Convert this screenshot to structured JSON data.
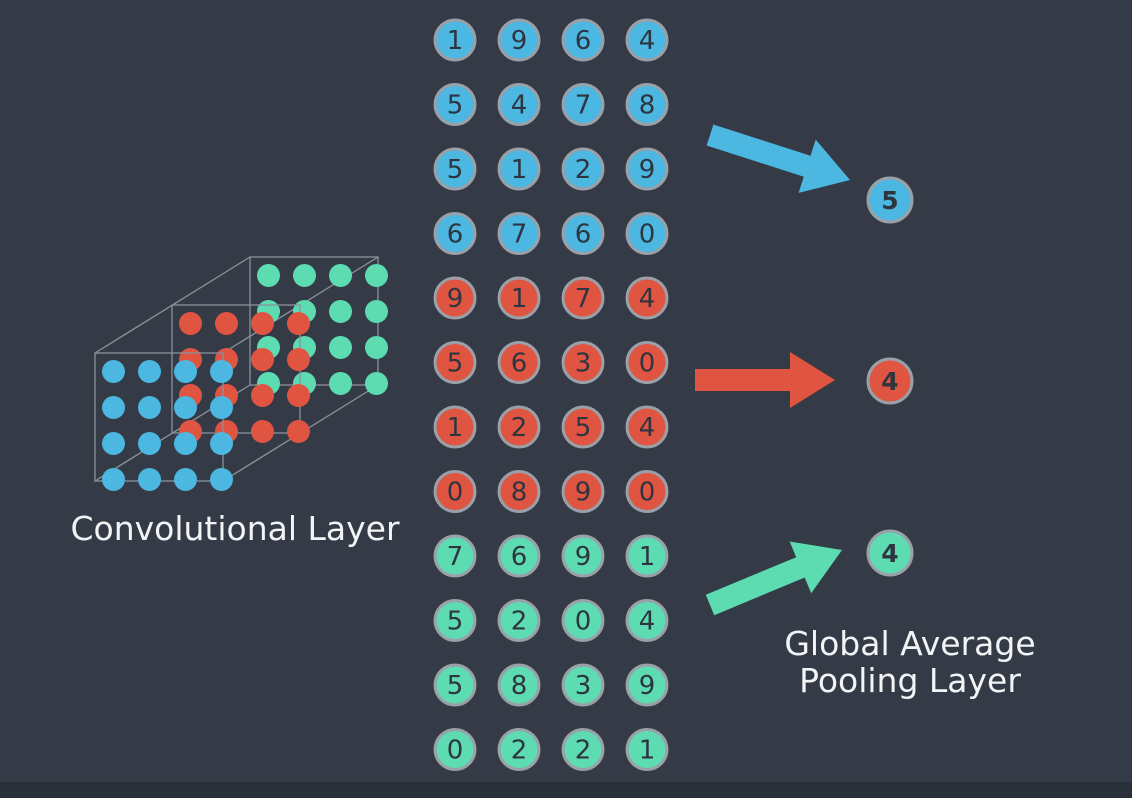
{
  "colors": {
    "background": "#343b46",
    "blue": "#4cb8e2",
    "red": "#e05541",
    "green": "#5ddcb2",
    "circle_stroke": "#9aa0a8",
    "digit": "#2f3540",
    "cube_edge": "#8b929c"
  },
  "feature_maps": [
    {
      "color": "blue",
      "rows": [
        [
          1,
          9,
          6,
          4
        ],
        [
          5,
          4,
          7,
          8
        ],
        [
          5,
          1,
          2,
          9
        ],
        [
          6,
          7,
          6,
          0
        ]
      ],
      "average": 5
    },
    {
      "color": "red",
      "rows": [
        [
          9,
          1,
          7,
          4
        ],
        [
          5,
          6,
          3,
          0
        ],
        [
          1,
          2,
          5,
          4
        ],
        [
          0,
          8,
          9,
          0
        ]
      ],
      "average": 4
    },
    {
      "color": "green",
      "rows": [
        [
          7,
          6,
          9,
          1
        ],
        [
          5,
          2,
          0,
          4
        ],
        [
          5,
          8,
          3,
          9
        ],
        [
          0,
          2,
          2,
          1
        ]
      ],
      "average": 4
    }
  ],
  "labels": {
    "conv_layer": "Convolutional Layer",
    "gap_layer_line1": "Global Average",
    "gap_layer_line2": "Pooling Layer"
  },
  "arrow_icons": [
    "arrow-right-down-icon",
    "arrow-right-icon",
    "arrow-right-up-icon"
  ]
}
